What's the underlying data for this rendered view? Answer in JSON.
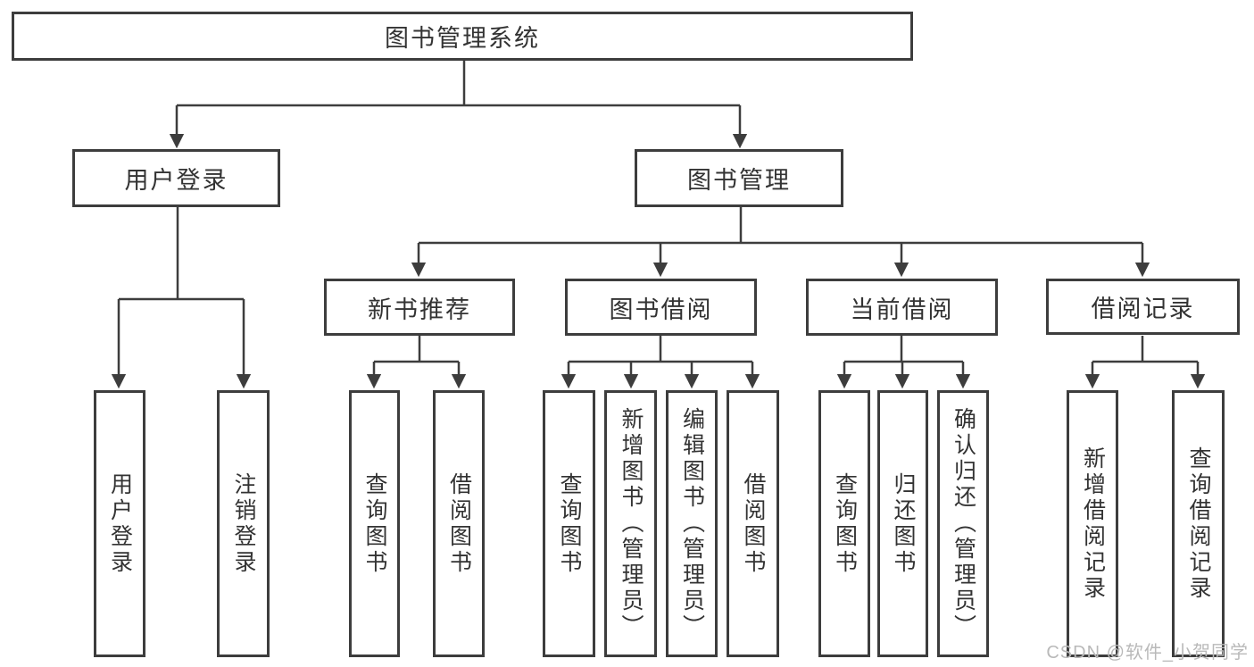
{
  "title": "图书管理系统",
  "watermark": "CSDN @软件_小贺同学",
  "colors": {
    "border": "#3d3d3d",
    "line": "#3d3d3d",
    "text": "#333333",
    "watermark_text": "#b9b9b9",
    "background": "#ffffff"
  },
  "nodes": {
    "root": "图书管理系统",
    "userLogin": "用户登录",
    "bookMgmt": "图书管理",
    "newBookRec": "新书推荐",
    "bookBorrow": "图书借阅",
    "currentBorrow": "当前借阅",
    "borrowRecord": "借阅记录",
    "leafUserLogin": "用户登录",
    "leafLogout": "注销登录",
    "leafRecQuery": "查询图书",
    "leafRecBorrow": "借阅图书",
    "leafBorQuery": "查询图书",
    "leafBorAdd": "新增图书（管理员）",
    "leafBorEdit": "编辑图书（管理员）",
    "leafBorBorrow": "借阅图书",
    "leafCurQuery": "查询图书",
    "leafCurReturn": "归还图书",
    "leafCurConfirm": "确认归还（管理员）",
    "leafRecordAdd": "新增借阅记录",
    "leafRecordQuery": "查询借阅记录"
  },
  "structure": {
    "root_children": [
      "用户登录",
      "图书管理"
    ],
    "用户登录": [
      "用户登录",
      "注销登录"
    ],
    "图书管理": [
      "新书推荐",
      "图书借阅",
      "当前借阅",
      "借阅记录"
    ],
    "新书推荐": [
      "查询图书",
      "借阅图书"
    ],
    "图书借阅": [
      "查询图书",
      "新增图书（管理员）",
      "编辑图书（管理员）",
      "借阅图书"
    ],
    "当前借阅": [
      "查询图书",
      "归还图书",
      "确认归还（管理员）"
    ],
    "借阅记录": [
      "新增借阅记录",
      "查询借阅记录"
    ]
  }
}
